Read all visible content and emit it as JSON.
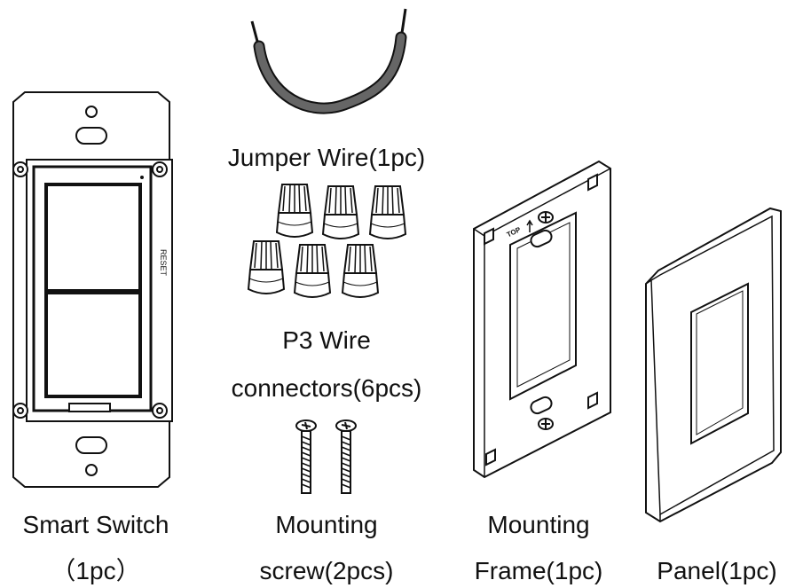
{
  "items": {
    "smart_switch": {
      "name": "Smart Switch",
      "qty": "（1pc）",
      "reset_text": "RESET"
    },
    "jumper_wire": {
      "name": "Jumper Wire(1pc)"
    },
    "wire_connectors": {
      "line1": "P3 Wire",
      "line2": "connectors(6pcs)"
    },
    "mounting_screw": {
      "line1": "Mounting",
      "line2": "screw(2pcs)"
    },
    "mounting_frame": {
      "line1": "Mounting",
      "line2": "Frame(1pc)",
      "top_mark": "TOP"
    },
    "panel": {
      "name": "Panel(1pc)"
    }
  },
  "colors": {
    "line": "#111111",
    "wire": "#666666",
    "background": "#ffffff"
  }
}
